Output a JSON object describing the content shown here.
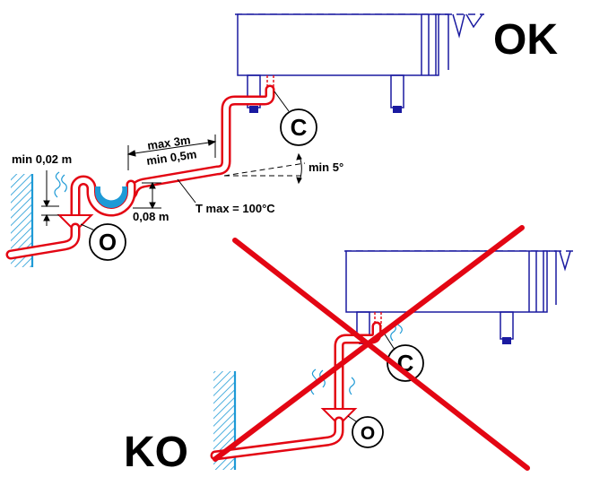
{
  "verdict": {
    "ok": "OK",
    "ko": "KO"
  },
  "labels": {
    "min_gap": "min 0,02 m",
    "max_len": "max 3m",
    "min_len": "min 0,5m",
    "min_slope": "min 5°",
    "trap_depth": "0,08 m",
    "t_max": "T max = 100°C"
  },
  "callouts": {
    "drain_outlet": "O",
    "condensate": "C"
  },
  "colors": {
    "pipe": "#e30613",
    "water": "#1e9ad6",
    "wall": "#1e9ad6",
    "appliance": "#1a1aa0",
    "cross": "#e30613"
  }
}
